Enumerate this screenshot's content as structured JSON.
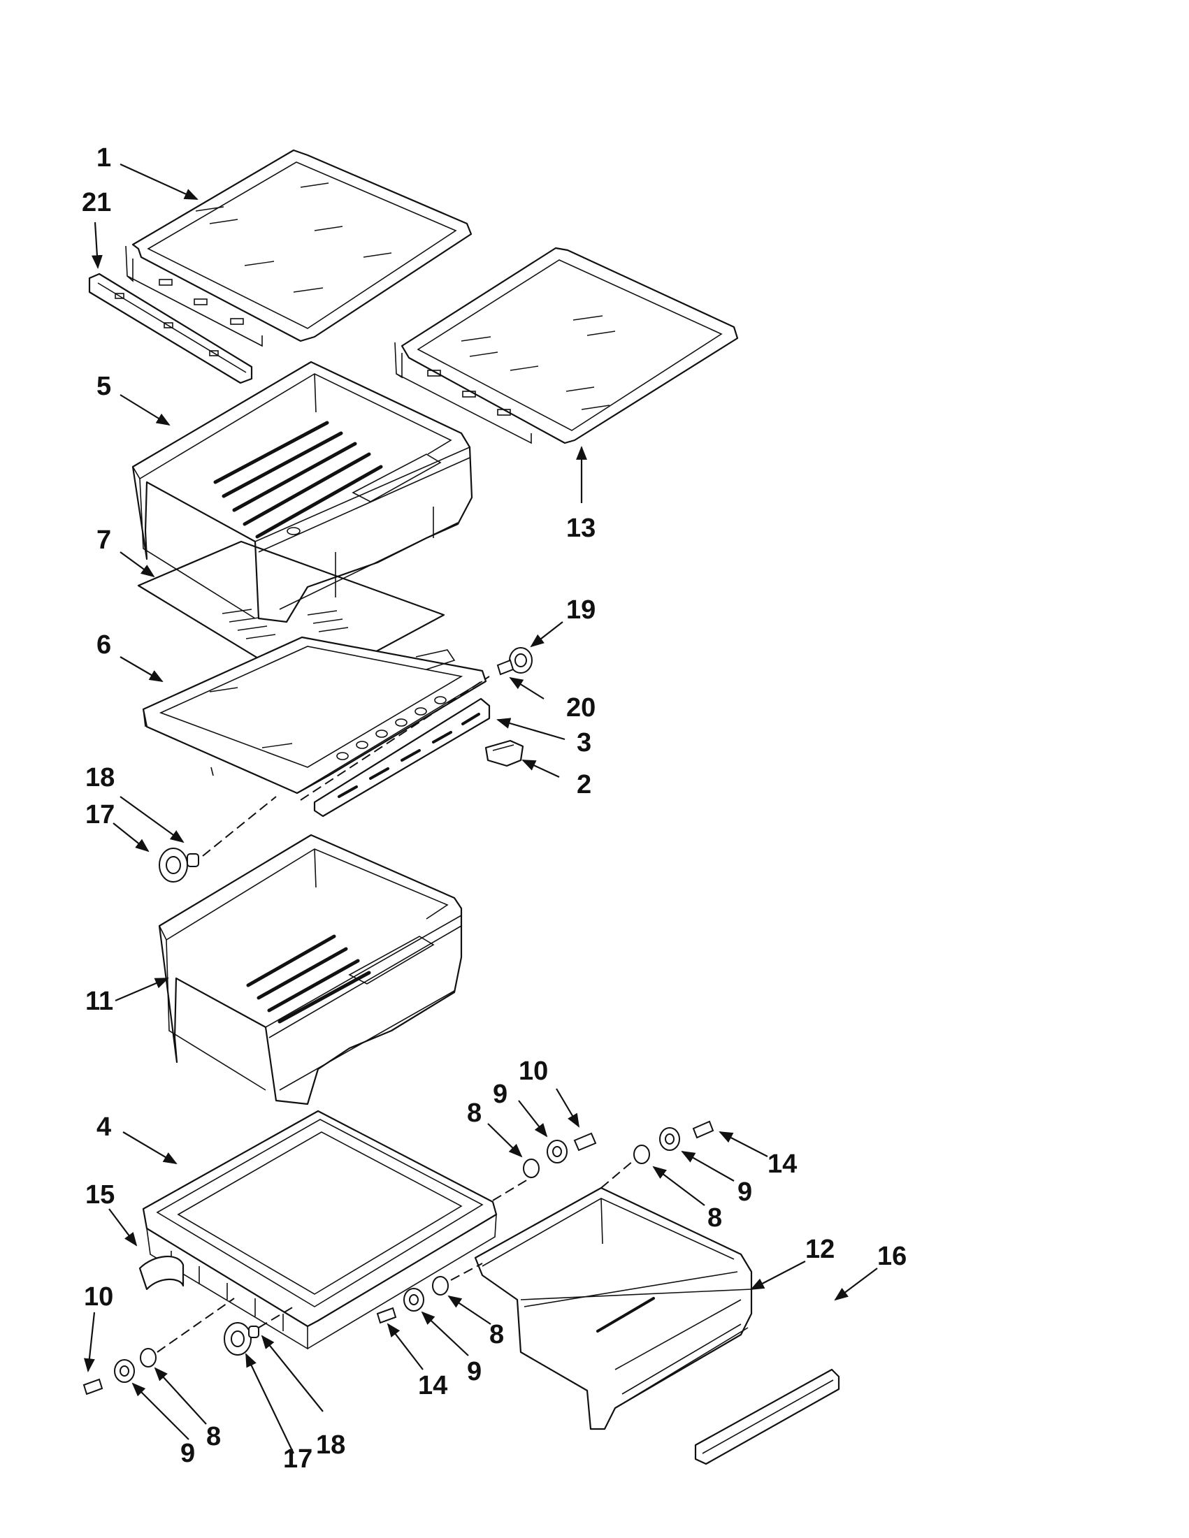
{
  "diagram": {
    "callouts": [
      {
        "key": "c1",
        "label": "1"
      },
      {
        "key": "c21",
        "label": "21"
      },
      {
        "key": "c5",
        "label": "5"
      },
      {
        "key": "c13",
        "label": "13"
      },
      {
        "key": "c7",
        "label": "7"
      },
      {
        "key": "c19",
        "label": "19"
      },
      {
        "key": "c6",
        "label": "6"
      },
      {
        "key": "c20",
        "label": "20"
      },
      {
        "key": "c3",
        "label": "3"
      },
      {
        "key": "c2",
        "label": "2"
      },
      {
        "key": "c18a",
        "label": "18"
      },
      {
        "key": "c17a",
        "label": "17"
      },
      {
        "key": "c11",
        "label": "11"
      },
      {
        "key": "c10a",
        "label": "10"
      },
      {
        "key": "c9a",
        "label": "9"
      },
      {
        "key": "c8a",
        "label": "8"
      },
      {
        "key": "c4",
        "label": "4"
      },
      {
        "key": "c14a",
        "label": "14"
      },
      {
        "key": "c9b",
        "label": "9"
      },
      {
        "key": "c8b",
        "label": "8"
      },
      {
        "key": "c15",
        "label": "15"
      },
      {
        "key": "c12",
        "label": "12"
      },
      {
        "key": "c16",
        "label": "16"
      },
      {
        "key": "c10b",
        "label": "10"
      },
      {
        "key": "c8c",
        "label": "8"
      },
      {
        "key": "c9c",
        "label": "9"
      },
      {
        "key": "c14b",
        "label": "14"
      },
      {
        "key": "c17b",
        "label": "17"
      },
      {
        "key": "c18b",
        "label": "18"
      },
      {
        "key": "c9d",
        "label": "9"
      },
      {
        "key": "c8d",
        "label": "8"
      }
    ]
  }
}
